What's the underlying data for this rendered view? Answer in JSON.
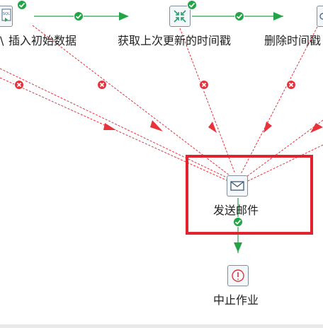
{
  "nodes": {
    "insert_initial_data": {
      "label": "插入初始数据",
      "prefix": "\\",
      "icon": "sql-script-icon"
    },
    "get_last_update_timestamp": {
      "label": "获取上次更新的时间戳",
      "icon": "compress-arrows-icon"
    },
    "delete_timestamp": {
      "label": "删除时间戳",
      "icon": "script-icon"
    },
    "send_mail": {
      "label": "发送邮件",
      "icon": "mail-icon"
    },
    "abort_job": {
      "label": "中止作业",
      "icon": "abort-icon"
    }
  },
  "sql_icon_text": "SQL",
  "colors": {
    "success": "#22a447",
    "failure": "#e8323c",
    "highlight": "#e0232c",
    "node_border": "#7f8f9e"
  }
}
